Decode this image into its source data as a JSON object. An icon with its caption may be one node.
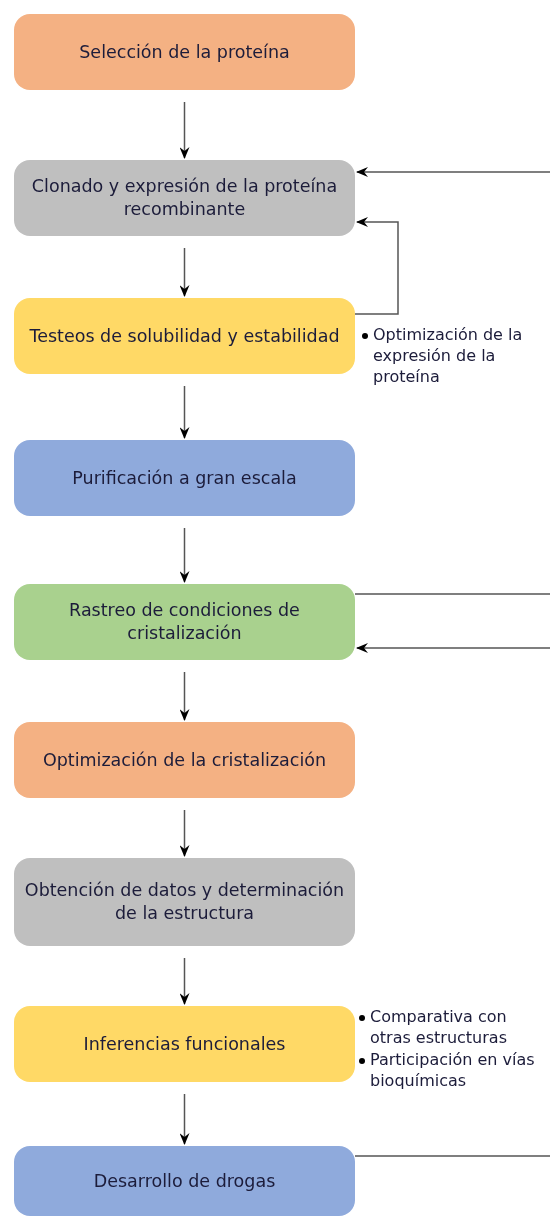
{
  "diagram": {
    "nodes": [
      {
        "text": [
          "Selección de la proteína"
        ]
      },
      {
        "text": [
          "Clonado y expresión de la proteína recombinante"
        ]
      },
      {
        "text": [
          "Testeos de solubilidad y estabilidad"
        ],
        "beside": [
          "Optimización de la expresión de la proteína"
        ]
      },
      {
        "text": [
          "Purificación a gran escala"
        ]
      },
      {
        "text": [
          "Rastreo de condiciones de cristalización"
        ]
      },
      {
        "text": [
          "Optimización de la cristalización"
        ]
      },
      {
        "text": [
          "Obtención de datos y determinación de la estructura"
        ]
      },
      {
        "text": [
          "Inferencias funcionales"
        ],
        "beside": [
          "Comparativa con otras estructuras",
          "Participación en vías bioquímicas"
        ]
      },
      {
        "text": [
          "Desarrollo de drogas"
        ]
      }
    ],
    "edges": [
      {
        "from": 0,
        "to": 1,
        "arrow": "to"
      },
      {
        "from": 1,
        "to": 2,
        "arrow": "to"
      },
      {
        "from": 2,
        "to": 3,
        "arrow": "to"
      },
      {
        "from": 3,
        "to": 4,
        "arrow": "to"
      },
      {
        "from": 4,
        "to": 5,
        "arrow": "to"
      },
      {
        "from": 5,
        "to": 6,
        "arrow": "to"
      },
      {
        "from": 6,
        "to": 7,
        "arrow": "to"
      },
      {
        "from": 7,
        "to": 8,
        "arrow": "to"
      },
      {
        "from": 2,
        "to": 1,
        "arrow": "to"
      },
      {
        "from": null,
        "to": 1,
        "arrow": "to"
      },
      {
        "from": 4,
        "to": null,
        "arrow": "none"
      },
      {
        "from": null,
        "to": 4,
        "arrow": "to"
      },
      {
        "from": 8,
        "to": null,
        "arrow": "none"
      }
    ]
  }
}
